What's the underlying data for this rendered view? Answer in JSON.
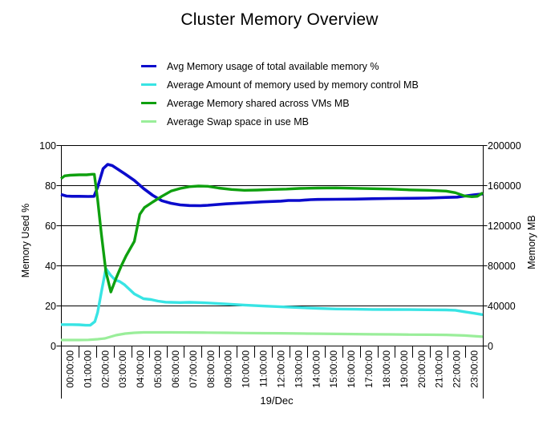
{
  "title": "Cluster Memory Overview",
  "date_label": "19/Dec",
  "chart_data": {
    "type": "line",
    "title": "Cluster Memory Overview",
    "grid": true,
    "legend_position": "top-left above plot",
    "x_axis": {
      "date_label": "19/Dec",
      "categories": [
        "00:00:00",
        "01:00:00",
        "02:00:00",
        "03:00:00",
        "04:00:00",
        "05:00:00",
        "06:00:00",
        "07:00:00",
        "08:00:00",
        "09:00:00",
        "10:00:00",
        "11:00:00",
        "12:00:00",
        "13:00:00",
        "14:00:00",
        "15:00:00",
        "16:00:00",
        "17:00:00",
        "18:00:00",
        "19:00:00",
        "20:00:00",
        "21:00:00",
        "22:00:00",
        "23:00:00"
      ]
    },
    "y_left": {
      "label": "Memory Used %",
      "min": 0,
      "max": 100,
      "ticks": [
        0,
        20,
        40,
        60,
        80,
        100
      ]
    },
    "y_right": {
      "label": "Memory MB",
      "min": 0,
      "max": 200000,
      "ticks": [
        0,
        40000,
        80000,
        120000,
        160000,
        200000
      ]
    },
    "series": [
      {
        "name": "Avg Memory usage of total available memory %",
        "axis": "left",
        "color": "#0b0bcc",
        "width": 3.6,
        "unit": "%",
        "points": [
          [
            0,
            75.4
          ],
          [
            0.3,
            74.6
          ],
          [
            0.6,
            74.5
          ],
          [
            1,
            74.5
          ],
          [
            1.5,
            74.4
          ],
          [
            1.8,
            74.5
          ],
          [
            2,
            79
          ],
          [
            2.3,
            88.3
          ],
          [
            2.55,
            90.4
          ],
          [
            2.8,
            89.8
          ],
          [
            3,
            88.6
          ],
          [
            3.5,
            85.6
          ],
          [
            4,
            82.4
          ],
          [
            4.5,
            78.4
          ],
          [
            5,
            75
          ],
          [
            5.5,
            72.3
          ],
          [
            6,
            71
          ],
          [
            6.5,
            70.2
          ],
          [
            7,
            69.9
          ],
          [
            7.6,
            69.8
          ],
          [
            8,
            70
          ],
          [
            9,
            70.7
          ],
          [
            10,
            71.2
          ],
          [
            11,
            71.7
          ],
          [
            12,
            72.1
          ],
          [
            12.4,
            72.4
          ],
          [
            13,
            72.4
          ],
          [
            13.6,
            72.8
          ],
          [
            14,
            72.9
          ],
          [
            15,
            73
          ],
          [
            16,
            73.1
          ],
          [
            17,
            73.3
          ],
          [
            18,
            73.4
          ],
          [
            19,
            73.5
          ],
          [
            20,
            73.6
          ],
          [
            21,
            73.9
          ],
          [
            21.6,
            74.1
          ],
          [
            22,
            74.6
          ],
          [
            22.5,
            75.2
          ],
          [
            23,
            75.7
          ]
        ]
      },
      {
        "name": "Average Amount of memory used by memory control MB",
        "axis": "right",
        "color": "#38e4e4",
        "width": 3.4,
        "unit": "MB",
        "points": [
          [
            0,
            21000
          ],
          [
            0.6,
            21000
          ],
          [
            1,
            20800
          ],
          [
            1.35,
            20300
          ],
          [
            1.6,
            20400
          ],
          [
            1.85,
            24000
          ],
          [
            2,
            33000
          ],
          [
            2.2,
            53000
          ],
          [
            2.45,
            77000
          ],
          [
            2.7,
            70500
          ],
          [
            2.95,
            65500
          ],
          [
            3.2,
            64000
          ],
          [
            3.45,
            61000
          ],
          [
            4,
            51600
          ],
          [
            4.5,
            46800
          ],
          [
            4.9,
            46000
          ],
          [
            5.3,
            44400
          ],
          [
            5.7,
            43400
          ],
          [
            6,
            43200
          ],
          [
            6.5,
            43000
          ],
          [
            7,
            43200
          ],
          [
            7.5,
            43000
          ],
          [
            8,
            42600
          ],
          [
            9,
            41500
          ],
          [
            10,
            40500
          ],
          [
            11,
            39500
          ],
          [
            12,
            38700
          ],
          [
            13,
            37900
          ],
          [
            14,
            37200
          ],
          [
            15,
            36600
          ],
          [
            16,
            36300
          ],
          [
            17,
            36100
          ],
          [
            18,
            36000
          ],
          [
            19,
            35900
          ],
          [
            20,
            35800
          ],
          [
            21,
            35600
          ],
          [
            21.5,
            35300
          ],
          [
            22,
            33800
          ],
          [
            22.5,
            32300
          ],
          [
            23,
            30900
          ]
        ]
      },
      {
        "name": "Average Memory shared across VMs MB",
        "axis": "right",
        "color": "#0fa00f",
        "width": 3.4,
        "unit": "MB",
        "points": [
          [
            0,
            166600
          ],
          [
            0.2,
            169400
          ],
          [
            0.5,
            170000
          ],
          [
            1,
            170400
          ],
          [
            1.4,
            170400
          ],
          [
            1.7,
            171000
          ],
          [
            1.82,
            171000
          ],
          [
            2,
            146000
          ],
          [
            2.2,
            112000
          ],
          [
            2.45,
            74000
          ],
          [
            2.72,
            53500
          ],
          [
            3,
            67000
          ],
          [
            3.3,
            80000
          ],
          [
            3.55,
            89500
          ],
          [
            4,
            104000
          ],
          [
            4.3,
            131000
          ],
          [
            4.55,
            137800
          ],
          [
            5,
            143200
          ],
          [
            5.5,
            149000
          ],
          [
            6,
            154200
          ],
          [
            6.5,
            156800
          ],
          [
            7,
            158600
          ],
          [
            7.5,
            159200
          ],
          [
            8,
            159000
          ],
          [
            8.6,
            157200
          ],
          [
            9.3,
            155800
          ],
          [
            10,
            155000
          ],
          [
            10.7,
            155200
          ],
          [
            11.5,
            155800
          ],
          [
            12.3,
            156200
          ],
          [
            13,
            156800
          ],
          [
            14,
            157200
          ],
          [
            15,
            157400
          ],
          [
            16,
            157000
          ],
          [
            17,
            156600
          ],
          [
            18,
            156200
          ],
          [
            19,
            155400
          ],
          [
            20,
            155000
          ],
          [
            21,
            154200
          ],
          [
            21.5,
            152600
          ],
          [
            22,
            149400
          ],
          [
            22.4,
            148600
          ],
          [
            22.7,
            149000
          ],
          [
            23,
            152400
          ]
        ]
      },
      {
        "name": "Average Swap space in use MB",
        "axis": "right",
        "color": "#9aee9a",
        "width": 3.2,
        "unit": "MB",
        "points": [
          [
            0,
            5600
          ],
          [
            0.5,
            5600
          ],
          [
            1,
            5600
          ],
          [
            1.5,
            5800
          ],
          [
            2,
            6400
          ],
          [
            2.4,
            7200
          ],
          [
            3,
            10400
          ],
          [
            3.5,
            12000
          ],
          [
            4,
            12800
          ],
          [
            4.5,
            13200
          ],
          [
            5.2,
            13200
          ],
          [
            6,
            13200
          ],
          [
            7,
            13100
          ],
          [
            8,
            13000
          ],
          [
            9,
            12800
          ],
          [
            10,
            12600
          ],
          [
            11,
            12400
          ],
          [
            12,
            12300
          ],
          [
            13,
            12100
          ],
          [
            14,
            11900
          ],
          [
            15,
            11700
          ],
          [
            16,
            11500
          ],
          [
            17,
            11300
          ],
          [
            18,
            11200
          ],
          [
            19,
            11000
          ],
          [
            20,
            10900
          ],
          [
            21,
            10700
          ],
          [
            22,
            10100
          ],
          [
            23,
            8900
          ]
        ]
      }
    ]
  }
}
